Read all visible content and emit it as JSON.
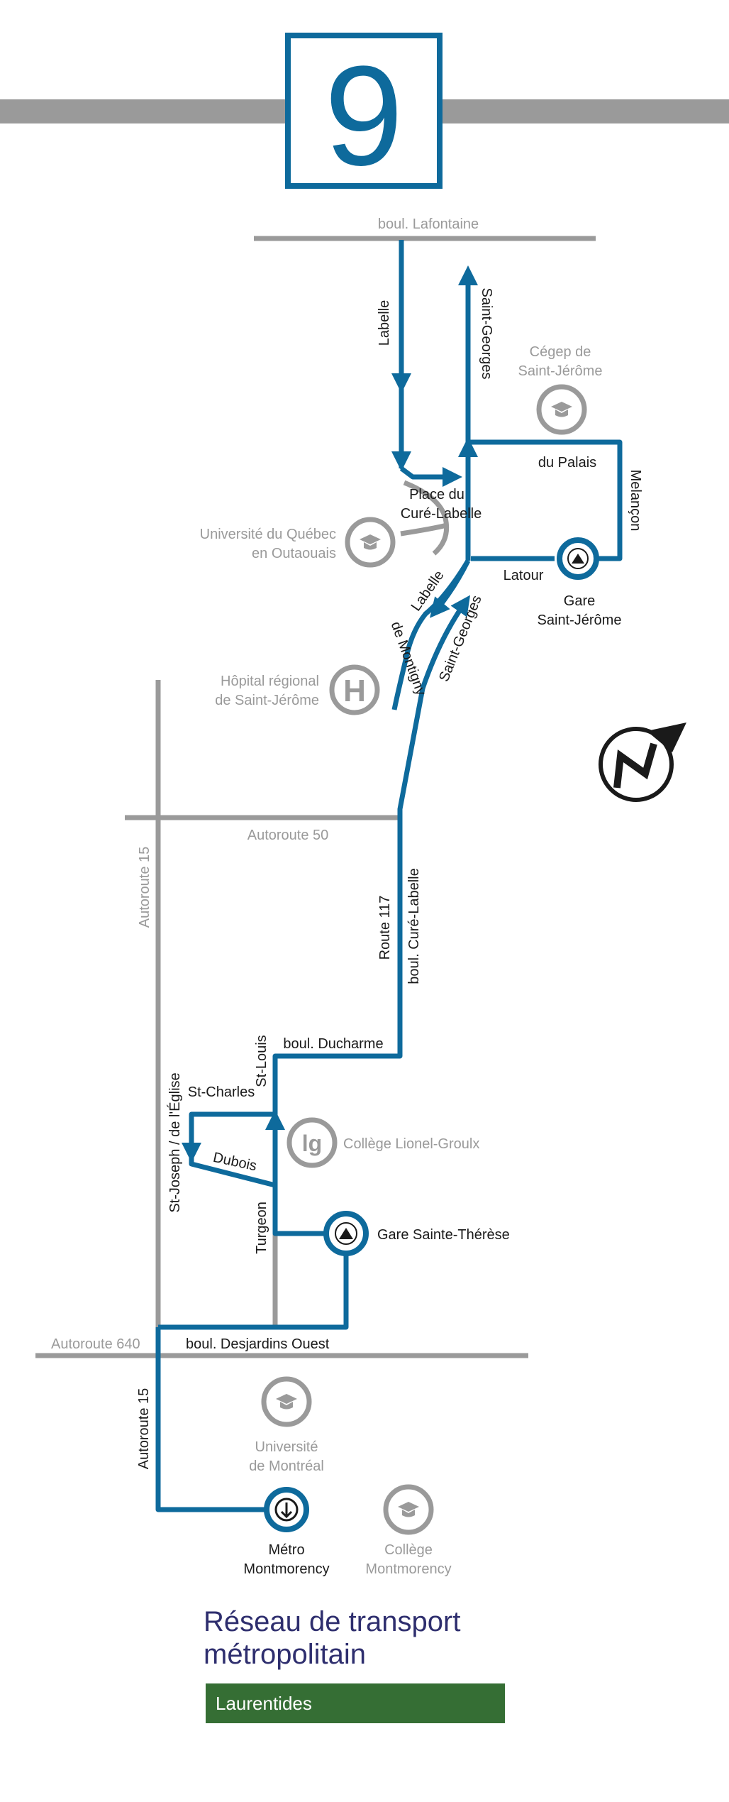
{
  "route": {
    "number": "9",
    "color": "#0e6a9c"
  },
  "colors": {
    "road": "#9a9a9a",
    "text_dark": "#1a1a1a",
    "text_gray": "#9a9a9a",
    "brand": "#2e2e6e",
    "band": "#356e34"
  },
  "roads": {
    "lafontaine": "boul. Lafontaine",
    "autoroute50": "Autoroute 50",
    "autoroute15_top": "Autoroute 15",
    "autoroute640": "Autoroute 640",
    "desjardins": "boul. Desjardins Ouest",
    "autoroute15_bottom": "Autoroute 15"
  },
  "streets": {
    "labelle_top": "Labelle",
    "saint_georges_top": "Saint-Georges",
    "du_palais": "du Palais",
    "melancon": "Melançon",
    "place_line1": "Place du",
    "place_line2": "Curé-Labelle",
    "latour": "Latour",
    "labelle_diag": "Labelle",
    "saint_georges_diag": "Saint-Georges",
    "de_montigny": "de Montigny",
    "route117": "Route 117",
    "cure_labelle": "boul. Curé-Labelle",
    "ducharme": "boul. Ducharme",
    "st_louis": "St-Louis",
    "st_charles": "St-Charles",
    "st_joseph": "St-Joseph / de l'Église",
    "dubois": "Dubois",
    "turgeon": "Turgeon"
  },
  "places": {
    "cegep_line1": "Cégep de",
    "cegep_line2": "Saint-Jérôme",
    "uqo_line1": "Université du Québec",
    "uqo_line2": "en Outaouais",
    "gare_sj_line1": "Gare",
    "gare_sj_line2": "Saint-Jérôme",
    "hopital_line1": "Hôpital régional",
    "hopital_line2": "de Saint-Jérôme",
    "college_lionel": "Collège Lionel-Groulx",
    "gare_st": "Gare Sainte-Thérèse",
    "udem_line1": "Université",
    "udem_line2": "de Montréal",
    "metro_line1": "Métro",
    "metro_line2": "Montmorency",
    "college_mont_line1": "Collège",
    "college_mont_line2": "Montmorency"
  },
  "icons": {
    "school": "graduation-cap-icon",
    "hospital": "hospital-h-icon",
    "train": "train-icon",
    "metro": "metro-icon",
    "north": "north-arrow-icon"
  },
  "footer": {
    "title_line1": "Réseau de transport",
    "title_line2": "métropolitain",
    "region": "Laurentides"
  }
}
